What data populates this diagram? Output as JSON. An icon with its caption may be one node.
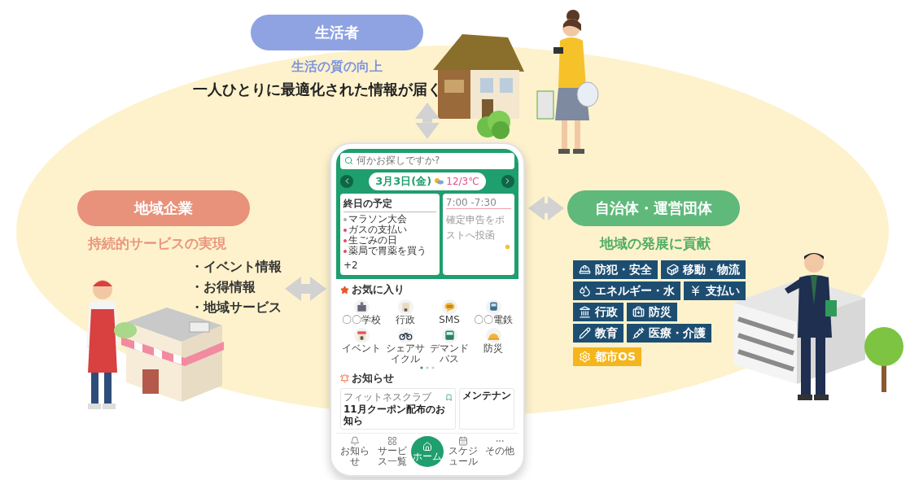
{
  "diagram": {
    "nodes": [
      {
        "text": [
          "生活者"
        ],
        "beside": [
          "生活の質の向上",
          "一人ひとりに最適化された情報が届く"
        ]
      },
      {
        "text": [
          "地域企業"
        ],
        "beside": [
          "持続的サービスの実現",
          "・イベント情報",
          "・お得情報",
          "・地域サービス"
        ]
      },
      {
        "text": [
          "自治体・運営団体"
        ],
        "beside": [
          "地域の発展に貢献"
        ]
      },
      {
        "text": [
          "防犯・安全"
        ]
      },
      {
        "text": [
          "移動・物流"
        ]
      },
      {
        "text": [
          "エネルギー・水"
        ]
      },
      {
        "text": [
          "支払い"
        ]
      },
      {
        "text": [
          "行政"
        ]
      },
      {
        "text": [
          "防災"
        ]
      },
      {
        "text": [
          "教育"
        ]
      },
      {
        "text": [
          "医療・介護"
        ]
      },
      {
        "text": [
          "都市OS"
        ]
      },
      {
        "text": [],
        "shape": "picture"
      }
    ],
    "edges": [
      {
        "from": 0,
        "to": 12,
        "arrow": "both"
      },
      {
        "from": 1,
        "to": 12,
        "arrow": "both"
      },
      {
        "from": 12,
        "to": 2,
        "arrow": "both"
      }
    ],
    "labels": [
      "何かお探しですか?",
      "3月3日(金)",
      "12/3℃",
      "終日の予定",
      "マラソン大会",
      "ガスの支払い",
      "生ごみの日",
      "薬局で胃薬を買う",
      "+2",
      "7:00 -7:30",
      "確定申告をポストへ投函",
      "お気に入り",
      "〇〇学校",
      "行政",
      "SMS",
      "〇〇電鉄",
      "イベント",
      "シェアサイクル",
      "デマンドバス",
      "防災",
      "お知らせ",
      "フィットネスクラブ",
      "11月クーポン配布のお知ら",
      "メンテナン",
      "お知らせ",
      "サービス一覧",
      "ホーム",
      "スケジュール",
      "その他"
    ]
  }
}
